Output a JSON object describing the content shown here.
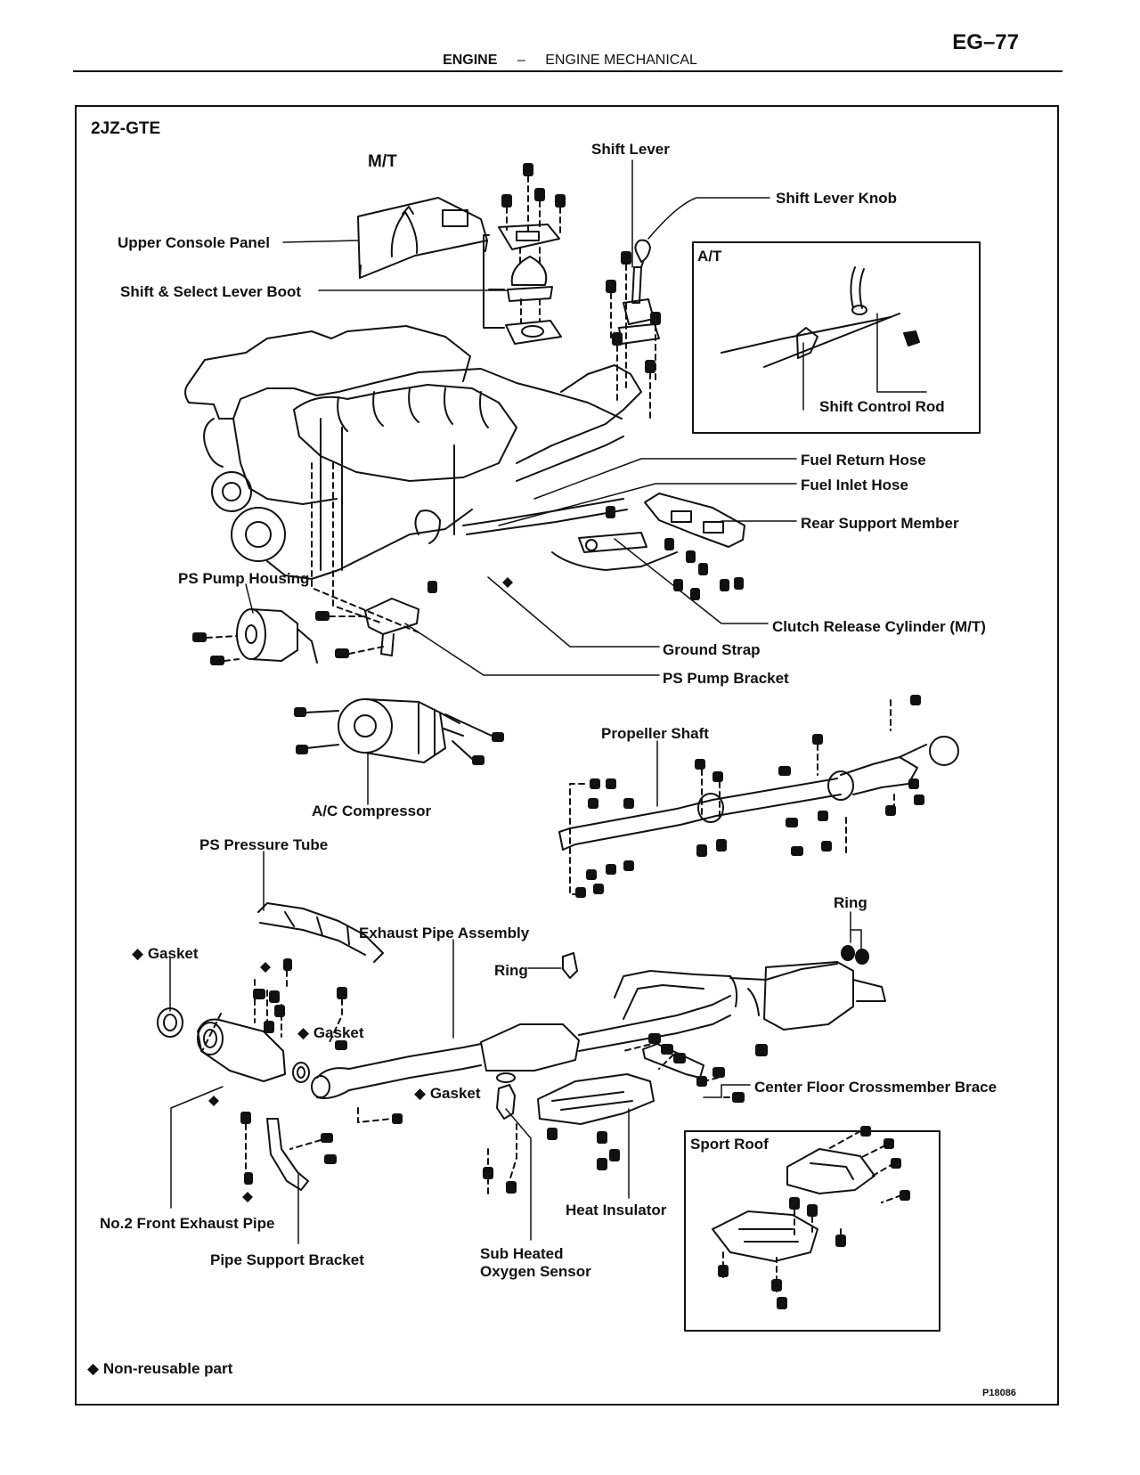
{
  "header": {
    "page_number": "EG–77",
    "section": "ENGINE",
    "separator": "–",
    "subsection": "ENGINE MECHANICAL"
  },
  "diagram": {
    "engine_code": "2JZ-GTE",
    "mt_label": "M/T",
    "at_label": "A/T",
    "sport_roof_label": "Sport Roof",
    "labels": {
      "shift_lever": "Shift Lever",
      "shift_lever_knob": "Shift Lever Knob",
      "upper_console_panel": "Upper Console Panel",
      "shift_select_lever_boot": "Shift & Select Lever Boot",
      "shift_control_rod": "Shift Control Rod",
      "fuel_return_hose": "Fuel Return Hose",
      "fuel_inlet_hose": "Fuel Inlet Hose",
      "rear_support_member": "Rear Support Member",
      "ps_pump_housing": "PS Pump Housing",
      "clutch_release_cylinder": "Clutch Release Cylinder (M/T)",
      "ground_strap": "Ground Strap",
      "ps_pump_bracket": "PS Pump Bracket",
      "propeller_shaft": "Propeller Shaft",
      "ac_compressor": "A/C Compressor",
      "ps_pressure_tube": "PS Pressure Tube",
      "ring_right": "Ring",
      "gasket_left": "Gasket",
      "exhaust_pipe_assembly": "Exhaust Pipe Assembly",
      "ring_center": "Ring",
      "gasket_mid": "Gasket",
      "gasket_center": "Gasket",
      "center_floor_crossmember_brace": "Center Floor Crossmember Brace",
      "no2_front_exhaust_pipe": "No.2 Front Exhaust Pipe",
      "heat_insulator": "Heat Insulator",
      "pipe_support_bracket": "Pipe Support Bracket",
      "sub_heated_oxygen_sensor_line1": "Sub Heated",
      "sub_heated_oxygen_sensor_line2": "Oxygen Sensor"
    },
    "legend_symbol": "◆",
    "legend_text": "Non-reusable part",
    "drawing_number": "P18086"
  }
}
